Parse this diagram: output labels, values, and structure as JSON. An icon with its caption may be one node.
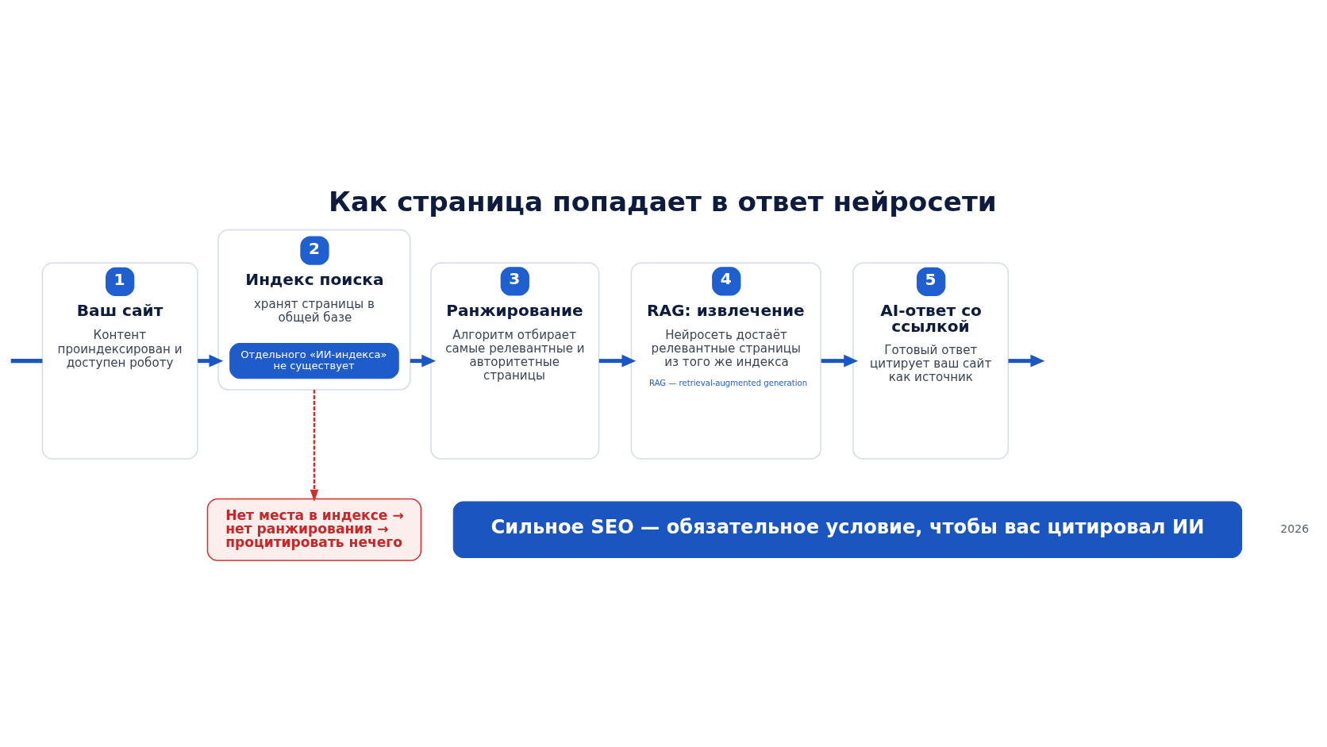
{
  "diagram": {
    "title": "Как страница попадает в ответ нейросети",
    "nodes": [
      {
        "text": [
          "1",
          "Ваш сайт",
          "Контент проиндексирован и доступен роботу"
        ]
      },
      {
        "text": [
          "2",
          "Индекс поиска",
          "хранят страницы в общей базе"
        ]
      },
      {
        "text": [
          "Отдельного «ИИ-индекса» не существует"
        ],
        "in": 1
      },
      {
        "text": [
          "3",
          "Ранжирование",
          "Алгоритм отбирает самые релевантные и авторитетные страницы"
        ]
      },
      {
        "text": [
          "4",
          "RAG: извлечение",
          "Нейросеть достаёт релевантные страницы из того же индекса",
          "RAG — retrieval-augmented generation"
        ]
      },
      {
        "text": [
          "5",
          "AI-ответ со ссылкой",
          "Готовый ответ цитирует ваш сайт как источник"
        ]
      },
      {
        "text": [
          "Нет места в индексе → нет ранжирования → процитировать нечего"
        ]
      },
      {
        "text": [
          "Сильное SEO — обязательное условие, чтобы вас цитировал ИИ"
        ]
      }
    ],
    "edges": [
      {
        "from": null,
        "to": 0,
        "arrow": "none"
      },
      {
        "from": 0,
        "to": 1,
        "arrow": "to"
      },
      {
        "from": 1,
        "to": 3,
        "arrow": "to"
      },
      {
        "from": 3,
        "to": 4,
        "arrow": "to"
      },
      {
        "from": 4,
        "to": 5,
        "arrow": "to"
      },
      {
        "from": 5,
        "to": null,
        "arrow": "to"
      },
      {
        "from": 1,
        "to": 6,
        "arrow": "to",
        "style": "dashed",
        "color": "#d32f2f"
      }
    ],
    "labels": [
      "2026"
    ]
  }
}
